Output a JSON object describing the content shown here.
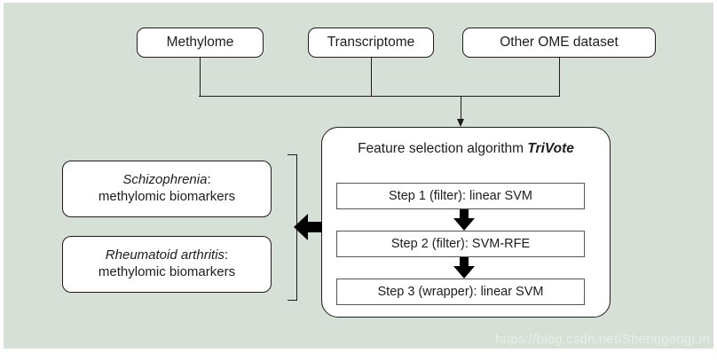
{
  "figure": {
    "background_color": "#d6e0d6",
    "sources": [
      {
        "label": "Methylome"
      },
      {
        "label": "Transcriptome"
      },
      {
        "label": "Other OME dataset"
      }
    ],
    "algorithm": {
      "title_prefix": "Feature selection algorithm ",
      "title_name": "TriVote",
      "steps": [
        {
          "label": "Step 1 (filter): linear SVM"
        },
        {
          "label": "Step 2 (filter): SVM-RFE"
        },
        {
          "label": "Step 3 (wrapper): linear SVM"
        }
      ]
    },
    "outputs": [
      {
        "disease": "Schizophrenia",
        "separator": ":",
        "detail": "methylomic biomarkers"
      },
      {
        "disease": "Rheumatoid arthritis",
        "separator": ":",
        "detail": "methylomic biomarkers"
      }
    ],
    "watermark": "https://blog.csdn.net/ShenggengLin"
  }
}
